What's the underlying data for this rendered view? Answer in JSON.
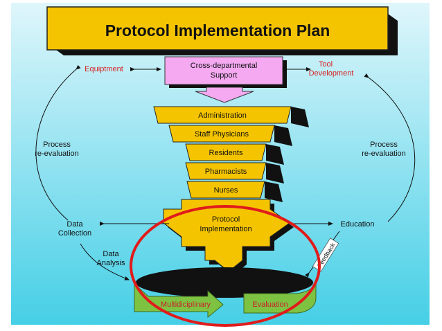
{
  "title": "Protocol Implementation Plan",
  "support": {
    "line1": "Cross-departmental",
    "line2": "Support"
  },
  "equipment": "Equiptment",
  "tool": {
    "line1": "Tool",
    "line2": "Development"
  },
  "stack": [
    "Administration",
    "Staff Physicians",
    "Residents",
    "Pharmacists",
    "Nurses"
  ],
  "protocol": {
    "line1": "Protocol",
    "line2": "Implementation"
  },
  "process_left": {
    "line1": "Process",
    "line2": "re-evaluation"
  },
  "process_right": {
    "line1": "Process",
    "line2": "re-evaluation"
  },
  "data_collection": {
    "line1": "Data",
    "line2": "Collection"
  },
  "data_analysis": {
    "line1": "Data",
    "line2": "Analysis"
  },
  "education": "Education",
  "feedback": "Feedback",
  "multidisciplinary": "Multidiciplinary",
  "evaluation": "Evaluation",
  "colors": {
    "title_box": "#f5c400",
    "support_box": "#f4a9f0",
    "level_box": "#f5c400",
    "shadow": "#111111",
    "red_text": "#d62020",
    "green_arrow": "#7ec242",
    "green_text": "#c8202a",
    "highlight_circle": "#e01b1b",
    "bg_top": "#dff6fb",
    "bg_bottom": "#45cfe6"
  }
}
